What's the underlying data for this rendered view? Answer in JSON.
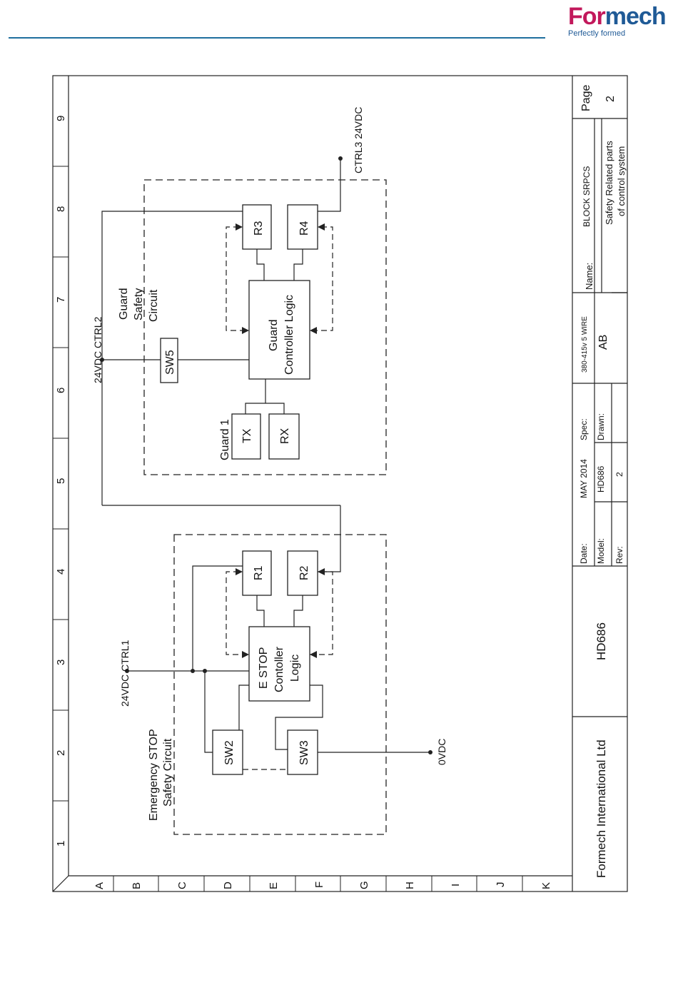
{
  "logo": {
    "word_a": "For",
    "word_b": "mech",
    "tagline": "Perfectly formed"
  },
  "grid": {
    "columns": [
      "1",
      "2",
      "3",
      "4",
      "5",
      "6",
      "7",
      "8",
      "9"
    ],
    "rows": [
      "A",
      "B",
      "C",
      "D",
      "E",
      "F",
      "G",
      "H",
      "I",
      "J",
      "K"
    ]
  },
  "estop": {
    "title_line1": "Emergency STOP",
    "title_line2": "Safety Circuit",
    "logic_line1": "E STOP",
    "logic_line2": "Contoller",
    "logic_line3": "Logic",
    "r1": "R1",
    "r2": "R2",
    "sw2": "SW2",
    "sw3": "SW3"
  },
  "guard": {
    "title_line1": "Guard",
    "title_line2": "Safety",
    "title_line3": "Circuit",
    "logic_line1": "Guard",
    "logic_line2": "Controller Logic",
    "r3": "R3",
    "r4": "R4",
    "sw5": "SW5",
    "guard1": "Guard 1",
    "tx": "TX",
    "rx": "RX"
  },
  "nets": {
    "ctrl1": "24VDC CTRL1",
    "ctrl2": "24VDC CTRL2",
    "ctrl3": "CTRL3 24VDC",
    "zero": "0VDC"
  },
  "title_block": {
    "company": "Formech International Ltd",
    "model_big": "HD686",
    "date_label": "Date:",
    "date_value": "MAY 2014",
    "model_label": "Model:",
    "model_value": "HD686",
    "rev_label": "Rev:",
    "rev_value": "2",
    "spec_label": "Spec:",
    "spec_value": "380-415v 5 WIRE",
    "drawn_label": "Drawn:",
    "drawn_value": "AB",
    "name_label": "Name:",
    "name_value": "BLOCK SRPCS",
    "desc_line1": "Safety Related parts",
    "desc_line2": "of control system",
    "page_label": "Page",
    "page_value": "2"
  }
}
